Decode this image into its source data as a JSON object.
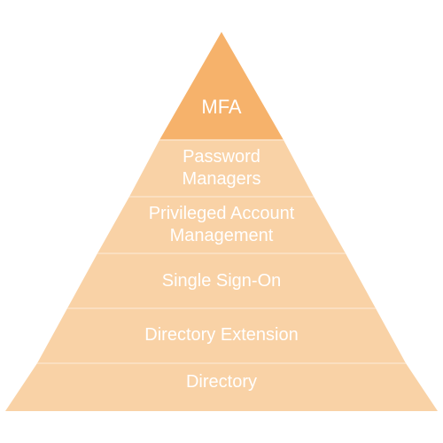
{
  "pyramid": {
    "colors": {
      "top_tier": "#f6b26b",
      "lower_tier": "#f9d2a6",
      "divider": "#fce3c8",
      "text": "#ffffff"
    },
    "tiers": [
      {
        "name": "MFA",
        "lines": [
          "MFA"
        ]
      },
      {
        "name": "password-managers",
        "lines": [
          "Password",
          "Managers"
        ]
      },
      {
        "name": "privileged-account-management",
        "lines": [
          "Privileged Account",
          "Management"
        ]
      },
      {
        "name": "single-sign-on",
        "lines": [
          "Single Sign-On"
        ]
      },
      {
        "name": "directory-extension",
        "lines": [
          "Directory Extension"
        ]
      },
      {
        "name": "directory",
        "lines": [
          "Directory"
        ]
      }
    ]
  }
}
